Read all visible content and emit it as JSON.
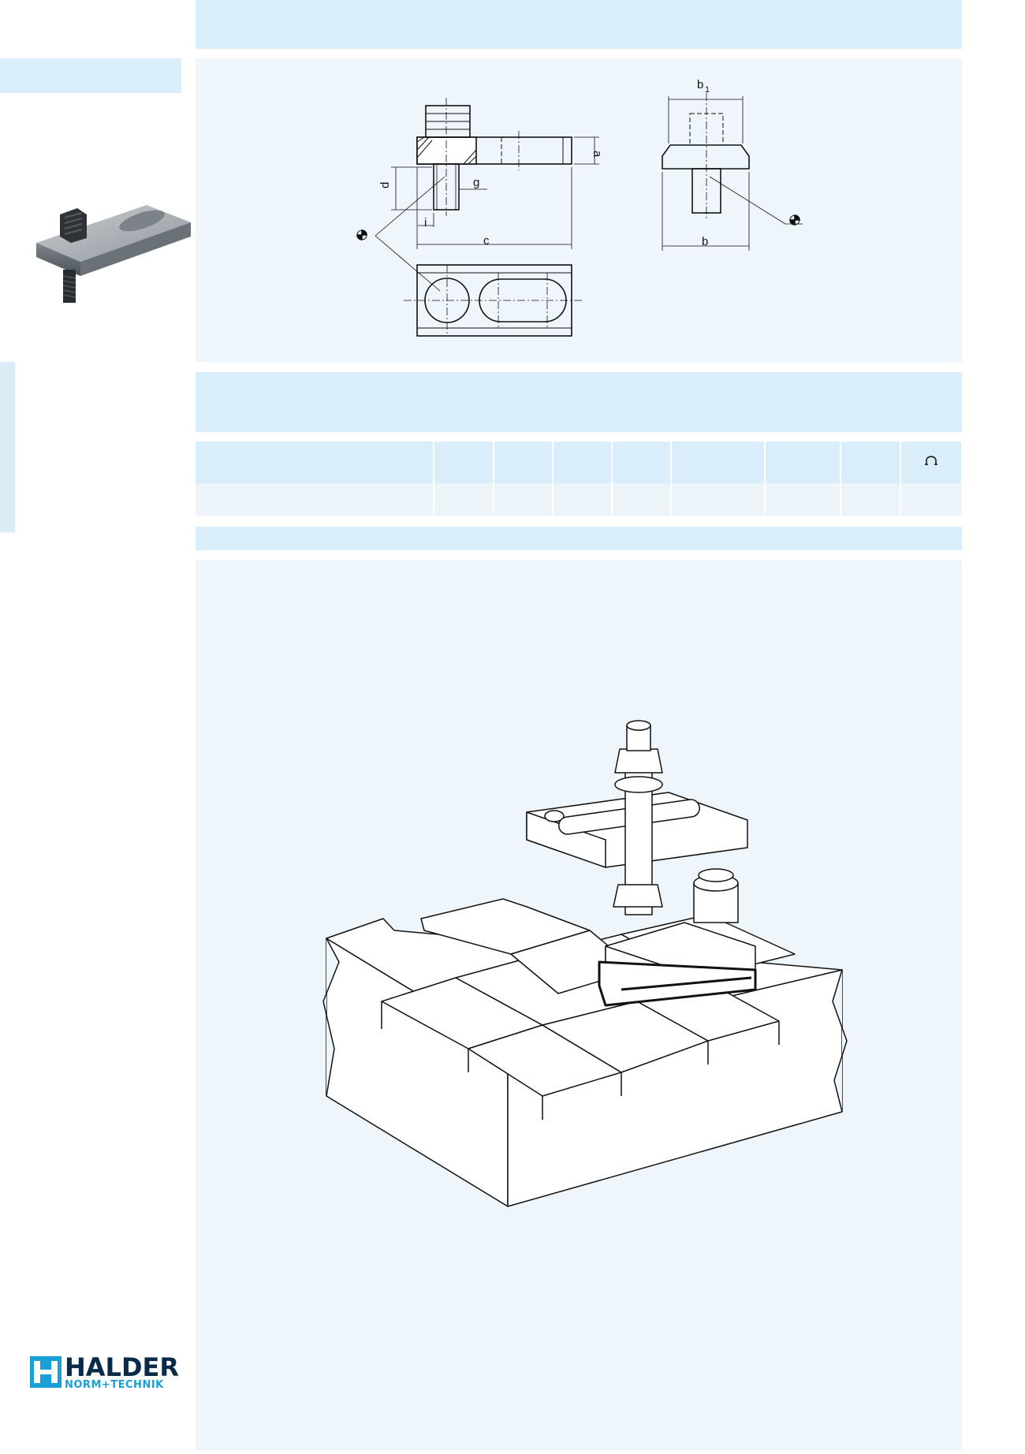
{
  "dimension_labels": {
    "a": "a",
    "b": "b",
    "b1_main": "b",
    "b1_sub": "1",
    "c": "c",
    "d": "d",
    "g": "g",
    "i": "i"
  },
  "table": {
    "header_icon": "weight-icon",
    "columns": 9
  },
  "brand": {
    "name": "HALDER",
    "tagline": "NORM+TECHNIK",
    "primary_color": "#0a2a4a",
    "accent_color": "#1aa0d8"
  },
  "colors": {
    "band": "#d9eefa",
    "panel": "#eef6fc"
  }
}
